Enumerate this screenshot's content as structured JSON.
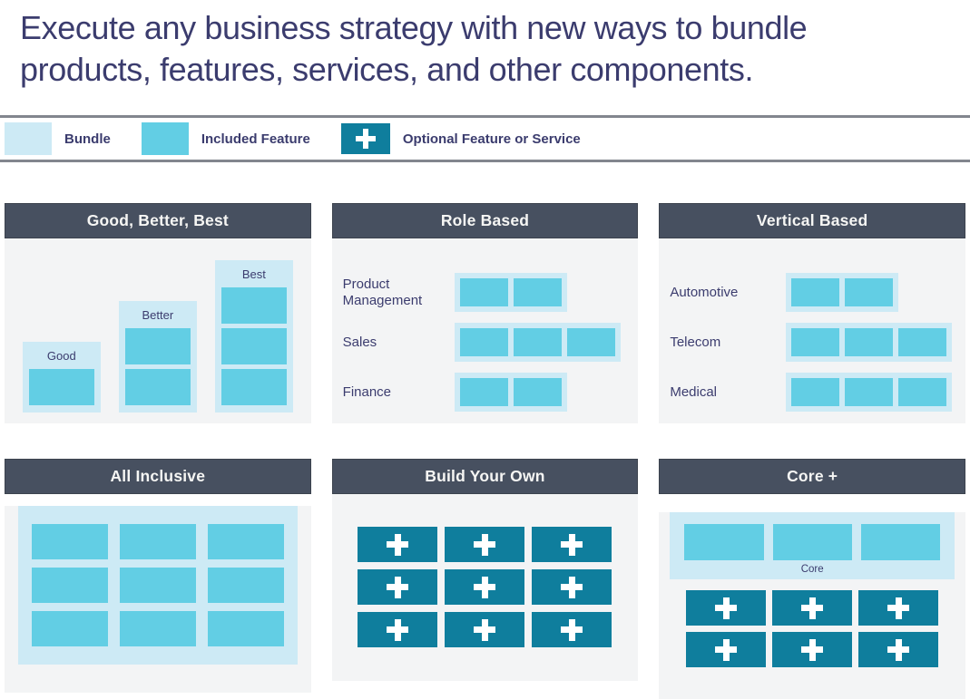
{
  "title": {
    "line1": "Execute any business strategy with new ways to bundle",
    "line2": "products, features, services, and other components."
  },
  "legend": {
    "items": [
      {
        "label": "Bundle",
        "type": "bundle"
      },
      {
        "label": "Included Feature",
        "type": "included-feature"
      },
      {
        "label": "Optional Feature or Service",
        "type": "optional-feature"
      }
    ]
  },
  "icons": {
    "optional_feature": "plus-icon"
  },
  "colors": {
    "bundle": "#cdeaf5",
    "feature": "#62cee4",
    "optional": "#0f7e9d",
    "header_bg": "#475060",
    "header_text": "#f6f6f4",
    "panel_bg": "#f3f4f5",
    "text": "#3b3c6e",
    "rule": "#82868e"
  },
  "panels": {
    "good_better_best": {
      "title": "Good, Better, Best",
      "tiers": [
        {
          "label": "Good",
          "features": 1
        },
        {
          "label": "Better",
          "features": 2
        },
        {
          "label": "Best",
          "features": 3
        }
      ]
    },
    "role_based": {
      "title": "Role Based",
      "rows": [
        {
          "label": "Product Management",
          "features": 2
        },
        {
          "label": "Sales",
          "features": 3
        },
        {
          "label": "Finance",
          "features": 2
        }
      ]
    },
    "vertical_based": {
      "title": "Vertical Based",
      "rows": [
        {
          "label": "Automotive",
          "features": 2
        },
        {
          "label": "Telecom",
          "features": 3
        },
        {
          "label": "Medical",
          "features": 3
        }
      ]
    },
    "all_inclusive": {
      "title": "All Inclusive",
      "grid": {
        "rows": 3,
        "cols": 3
      }
    },
    "build_your_own": {
      "title": "Build Your Own",
      "grid": {
        "rows": 3,
        "cols": 3
      }
    },
    "core_plus": {
      "title": "Core +",
      "core_label": "Core",
      "core_features": 3,
      "optional_grid": {
        "rows": 2,
        "cols": 3
      }
    }
  }
}
